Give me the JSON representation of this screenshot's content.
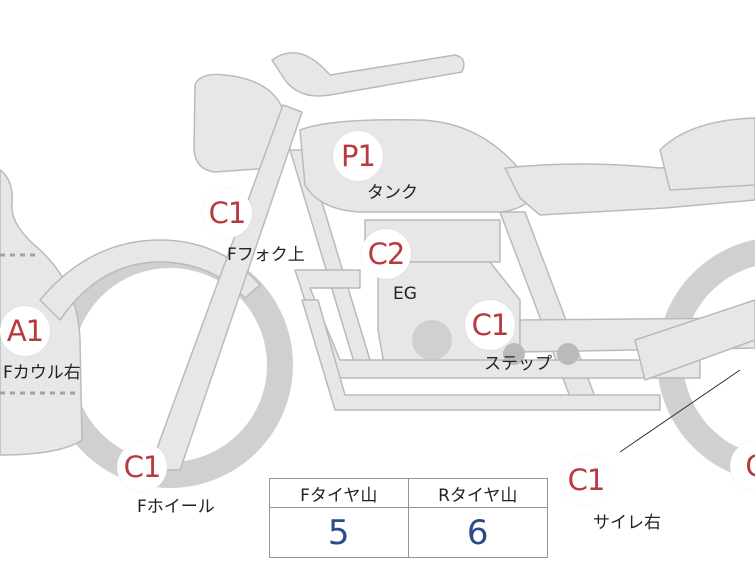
{
  "colors": {
    "body_fill": "#e6e7e6",
    "body_stroke": "#b9bbbb",
    "marker_text": "#b83a3f",
    "score_text": "#2b4a8a",
    "table_border": "#8e96a0"
  },
  "markers": [
    {
      "code": "P1",
      "label": "タンク"
    },
    {
      "code": "C1",
      "label": "Fフォク上"
    },
    {
      "code": "C2",
      "label": "EG"
    },
    {
      "code": "C1",
      "label": "ステップ"
    },
    {
      "code": "A1",
      "label": "Fカウル右"
    },
    {
      "code": "C1",
      "label": "Fホイール"
    },
    {
      "code": "C1",
      "label": "サイレ右"
    },
    {
      "code": "C",
      "label": ""
    }
  ],
  "tire_table": {
    "headers": [
      "Fタイヤ山",
      "Rタイヤ山"
    ],
    "values": [
      "5",
      "6"
    ]
  }
}
